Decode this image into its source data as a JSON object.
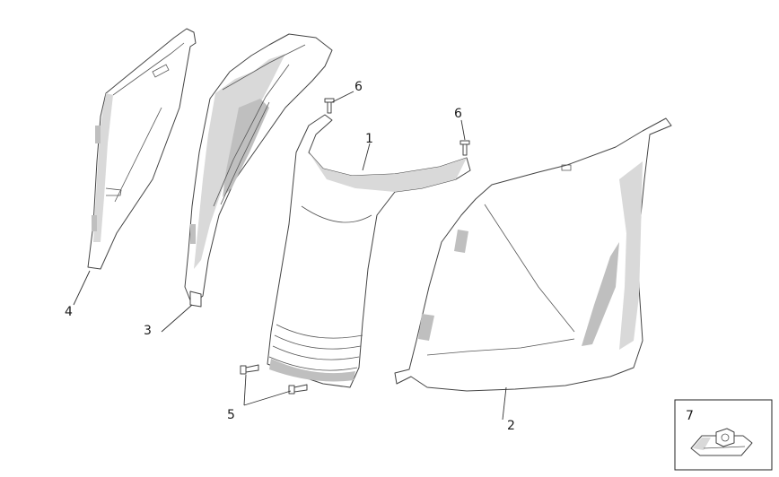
{
  "diagram": {
    "callouts": [
      {
        "id": "c1",
        "label": "1"
      },
      {
        "id": "c2",
        "label": "2"
      },
      {
        "id": "c3",
        "label": "3"
      },
      {
        "id": "c4",
        "label": "4"
      },
      {
        "id": "c5",
        "label": "5"
      },
      {
        "id": "c6a",
        "label": "6"
      },
      {
        "id": "c6b",
        "label": "6"
      },
      {
        "id": "c7",
        "label": "7"
      }
    ]
  }
}
